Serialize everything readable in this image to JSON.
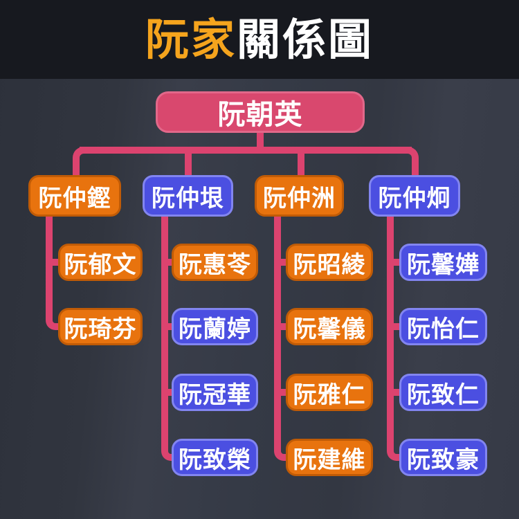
{
  "title": {
    "family": "阮家",
    "suffix": "關係圖"
  },
  "colors": {
    "header_bg": "#17191f",
    "title_accent": "#f5a41d",
    "text": "#ffffff",
    "connector": "#dc436f",
    "orange_bg": "#e8730e",
    "orange_border": "#c05b06",
    "blue_bg": "#4b4fe1",
    "blue_border": "#8285f0",
    "pink_bg": "#d9486e",
    "pink_border": "#e2688a"
  },
  "root": {
    "name": "阮朝英",
    "color": "pink"
  },
  "branches": [
    {
      "parent": {
        "name": "阮仲鏗",
        "color": "orange"
      },
      "children": [
        {
          "name": "阮郁文",
          "color": "orange"
        },
        {
          "name": "阮琦芬",
          "color": "orange"
        }
      ]
    },
    {
      "parent": {
        "name": "阮仲垠",
        "color": "blue"
      },
      "children": [
        {
          "name": "阮惠苓",
          "color": "orange"
        },
        {
          "name": "阮蘭婷",
          "color": "blue"
        },
        {
          "name": "阮冠華",
          "color": "blue"
        },
        {
          "name": "阮致榮",
          "color": "blue"
        }
      ]
    },
    {
      "parent": {
        "name": "阮仲洲",
        "color": "orange"
      },
      "children": [
        {
          "name": "阮昭綾",
          "color": "orange"
        },
        {
          "name": "阮馨儀",
          "color": "orange"
        },
        {
          "name": "阮雅仁",
          "color": "orange"
        },
        {
          "name": "阮建維",
          "color": "orange"
        }
      ]
    },
    {
      "parent": {
        "name": "阮仲炯",
        "color": "blue"
      },
      "children": [
        {
          "name": "阮馨嬅",
          "color": "blue"
        },
        {
          "name": "阮怡仁",
          "color": "blue"
        },
        {
          "name": "阮致仁",
          "color": "blue"
        },
        {
          "name": "阮致豪",
          "color": "blue"
        }
      ]
    }
  ]
}
